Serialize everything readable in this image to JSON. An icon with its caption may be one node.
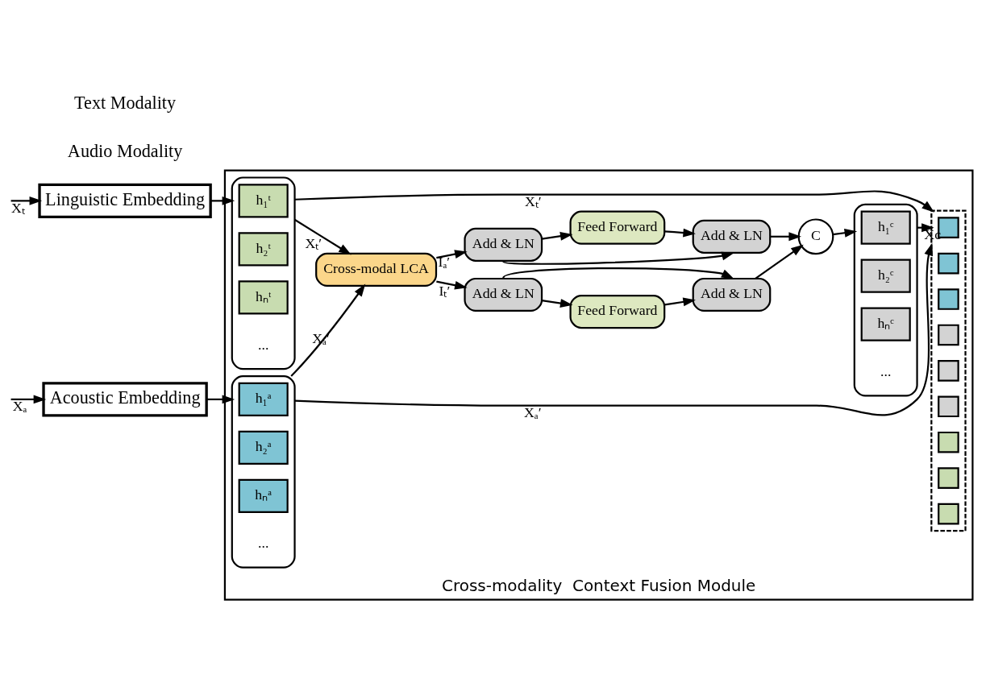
{
  "diagram": {
    "nodes": [
      {
        "text": [
          "Acoustic Embedding"
        ]
      },
      {
        "text": [
          "Linguistic Embedding"
        ]
      },
      {
        "text": [
          "Cross-modality  Context Fusion Module"
        ]
      },
      {
        "text": [],
        "shape": "box",
        "in": 2
      },
      {
        "text": [
          "h₁ᵃ"
        ],
        "in": 3
      },
      {
        "text": [
          "h₂ᵃ"
        ],
        "in": 3
      },
      {
        "text": [
          "hₙᵃ"
        ],
        "in": 3
      },
      {
        "text": [],
        "shape": "box",
        "in": 2
      },
      {
        "text": [
          "h₁ᵗ"
        ],
        "in": 7
      },
      {
        "text": [
          "h₂ᵗ"
        ],
        "in": 7
      },
      {
        "text": [
          "hₙᵗ"
        ],
        "in": 7
      },
      {
        "text": [
          "Cross-modal LCA"
        ],
        "in": 2
      },
      {
        "text": [
          "Add & LN"
        ],
        "in": 2
      },
      {
        "text": [
          "Feed Forward"
        ],
        "in": 2
      },
      {
        "text": [
          "Add & LN"
        ],
        "in": 2
      },
      {
        "text": [
          "Add & LN"
        ],
        "in": 2
      },
      {
        "text": [
          "Feed Forward"
        ],
        "in": 2
      },
      {
        "text": [
          "Add & LN"
        ],
        "in": 2
      },
      {
        "text": [
          "C"
        ],
        "in": 2
      },
      {
        "text": [],
        "shape": "box",
        "in": 2
      },
      {
        "text": [
          "h₁ᶜ"
        ],
        "in": 19
      },
      {
        "text": [
          "h₂ᶜ"
        ],
        "in": 19
      },
      {
        "text": [
          "hₙᶜ"
        ],
        "in": 19
      },
      {
        "text": [],
        "shape": "box",
        "in": 2
      },
      {
        "text": [],
        "shape": "box",
        "in": 23
      },
      {
        "text": [],
        "shape": "box",
        "in": 23
      },
      {
        "text": [],
        "shape": "box",
        "in": 23
      },
      {
        "text": [],
        "shape": "box",
        "in": 23
      },
      {
        "text": [],
        "shape": "box",
        "in": 23
      },
      {
        "text": [],
        "shape": "box",
        "in": 23
      },
      {
        "text": [],
        "shape": "box",
        "in": 23
      },
      {
        "text": [],
        "shape": "box",
        "in": 23
      },
      {
        "text": [],
        "shape": "box",
        "in": 23
      }
    ],
    "edges": [
      {
        "from": null,
        "to": 0,
        "arrow": "to",
        "label": "Xₐ"
      },
      {
        "from": null,
        "to": 1,
        "arrow": "to",
        "label": "Xₜ"
      },
      {
        "from": 0,
        "to": 3,
        "arrow": "to"
      },
      {
        "from": 1,
        "to": 7,
        "arrow": "to"
      },
      {
        "from": 3,
        "to": 11,
        "arrow": "to",
        "label": "Xₐ′"
      },
      {
        "from": 7,
        "to": 11,
        "arrow": "to",
        "label": "Xₜ′"
      },
      {
        "from": 3,
        "to": 23,
        "arrow": "to",
        "label": "Xₐ′"
      },
      {
        "from": 7,
        "to": 23,
        "arrow": "to",
        "label": "Xₜ′"
      },
      {
        "from": 11,
        "to": 12,
        "arrow": "to",
        "label": "Iₜ′"
      },
      {
        "from": 12,
        "to": 13,
        "arrow": "to"
      },
      {
        "from": 12,
        "to": 14,
        "arrow": "to"
      },
      {
        "from": 13,
        "to": 14,
        "arrow": "to"
      },
      {
        "from": 14,
        "to": 18,
        "arrow": "to"
      },
      {
        "from": 11,
        "to": 15,
        "arrow": "to",
        "label": "Iₐ′"
      },
      {
        "from": 15,
        "to": 16,
        "arrow": "to"
      },
      {
        "from": 15,
        "to": 17,
        "arrow": "to"
      },
      {
        "from": 16,
        "to": 17,
        "arrow": "to"
      },
      {
        "from": 17,
        "to": 18,
        "arrow": "to"
      },
      {
        "from": 18,
        "to": 19,
        "arrow": "to"
      },
      {
        "from": 19,
        "to": 23,
        "arrow": "to",
        "label": "Xc"
      }
    ],
    "labels": [
      "Audio Modality",
      "Text Modality",
      "...",
      "...",
      "..."
    ]
  }
}
